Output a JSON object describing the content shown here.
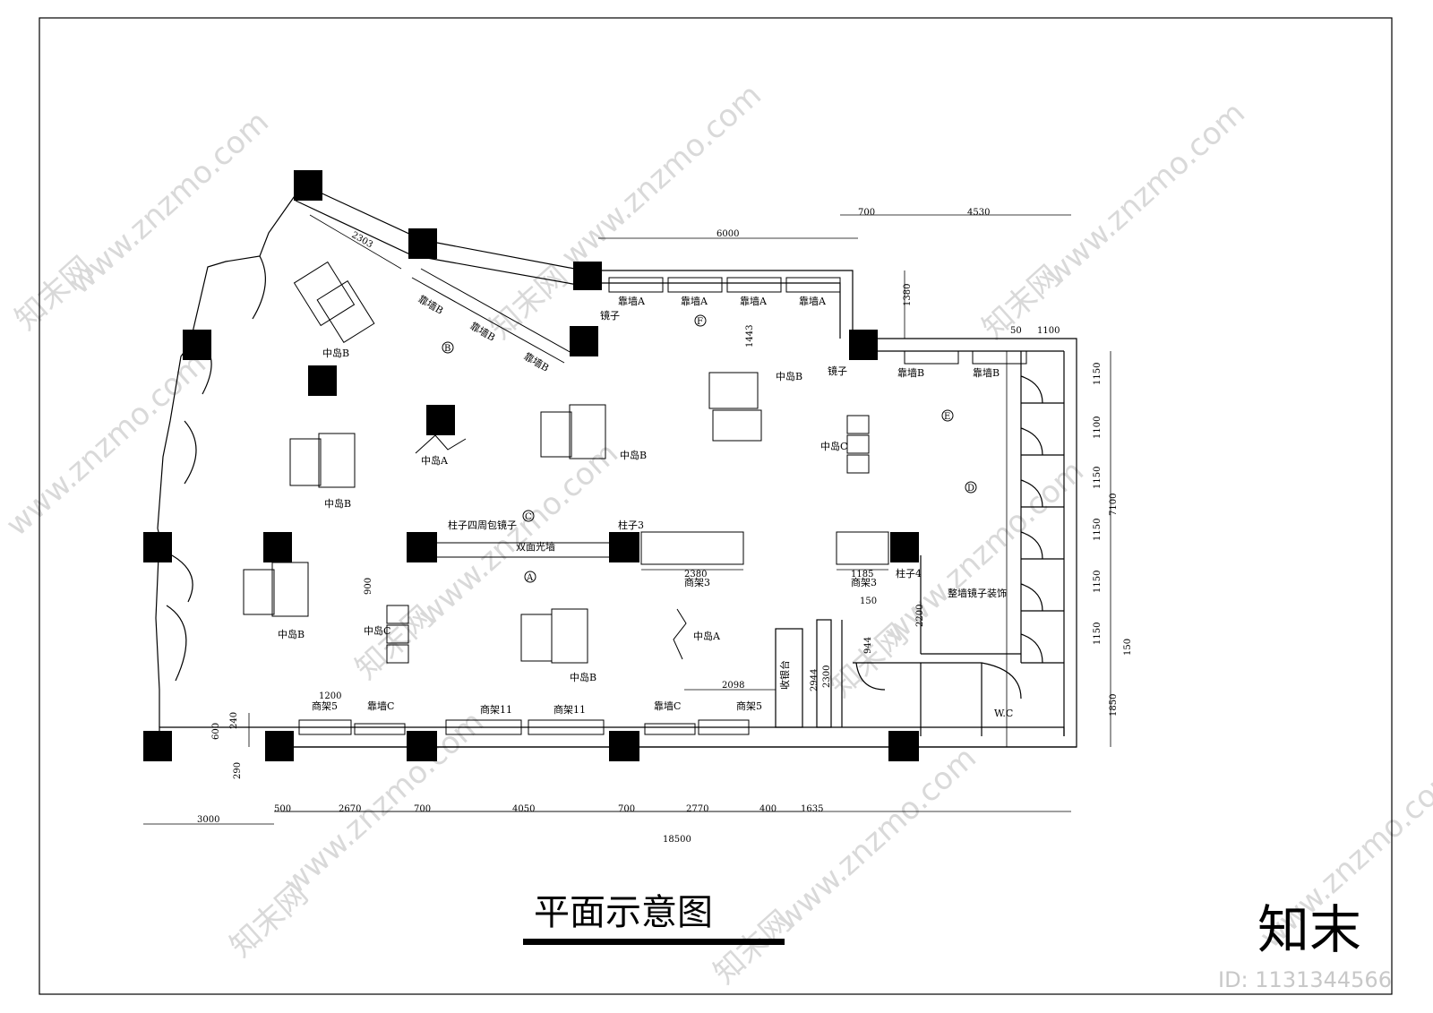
{
  "title": "平面示意图",
  "watermark": {
    "brand": "知末",
    "site": "www.znzmo.com",
    "badge": "知末网",
    "id": "ID: 1131344566"
  },
  "labels": {
    "kaoqiang_a": "靠墙A",
    "kaoqiang_b": "靠墙B",
    "kaoqiang_c": "靠墙C",
    "zhongdao_a": "中岛A",
    "zhongdao_b": "中岛B",
    "zhongdao_c": "中岛C",
    "jingzi": "镜子",
    "column_mirror": "柱子四周包镜子",
    "double_glass": "双面光墙",
    "column3": "柱子3",
    "column4": "柱子4",
    "shelf3": "商架3",
    "shelf5": "商架5",
    "shelf11": "商架11",
    "cashier": "收银台",
    "wc": "W.C",
    "wall_mirror": "整墙镜子装饰",
    "tags": [
      "A",
      "B",
      "C",
      "D",
      "E",
      "F"
    ]
  },
  "dimensions": {
    "d6000": "6000",
    "d700": "700",
    "d4530": "4530",
    "d1380": "1380",
    "d50": "50",
    "d1100": "1100",
    "d1150": "1150",
    "d7100": "7100",
    "d150": "150",
    "d1850": "1850",
    "d2303": "2303",
    "d1443": "1443",
    "d2380": "2380",
    "d1185": "1185",
    "d900": "900",
    "d2200": "2200",
    "d944": "944",
    "d2944": "2944",
    "d2300": "2300",
    "d2098": "2098",
    "d1200": "1200",
    "d600": "600",
    "d240": "240",
    "d290": "290",
    "d3000": "3000",
    "d500": "500",
    "d2670": "2670",
    "d4050": "4050",
    "d2770": "2770",
    "d400": "400",
    "d1635": "1635",
    "d18500": "18500"
  }
}
